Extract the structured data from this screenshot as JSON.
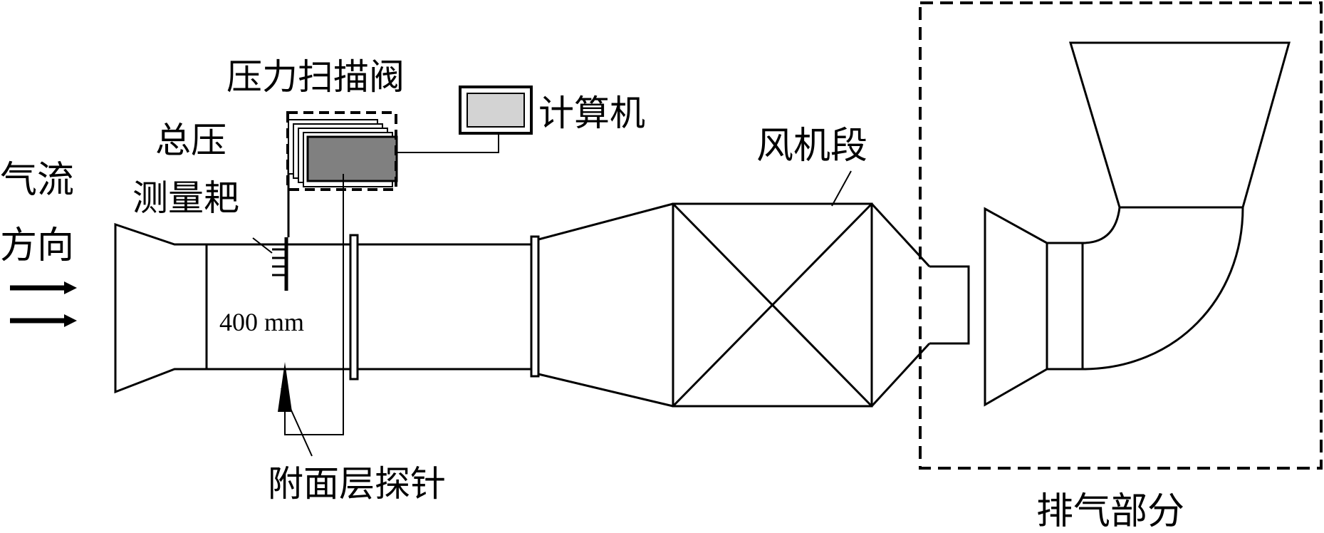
{
  "labels": {
    "airflow_line1": "气流",
    "airflow_line2": "方向",
    "total_pressure_line1": "总压",
    "total_pressure_line2": "测量耙",
    "pressure_scanner": "压力扫描阀",
    "computer": "计算机",
    "fan_section": "风机段",
    "dimension": "400 mm",
    "boundary_probe": "附面层探针",
    "exhaust_section": "排气部分"
  },
  "colors": {
    "line": "#000000",
    "scanner_fill": "#808080",
    "screen_fill": "#d3d3d3"
  }
}
